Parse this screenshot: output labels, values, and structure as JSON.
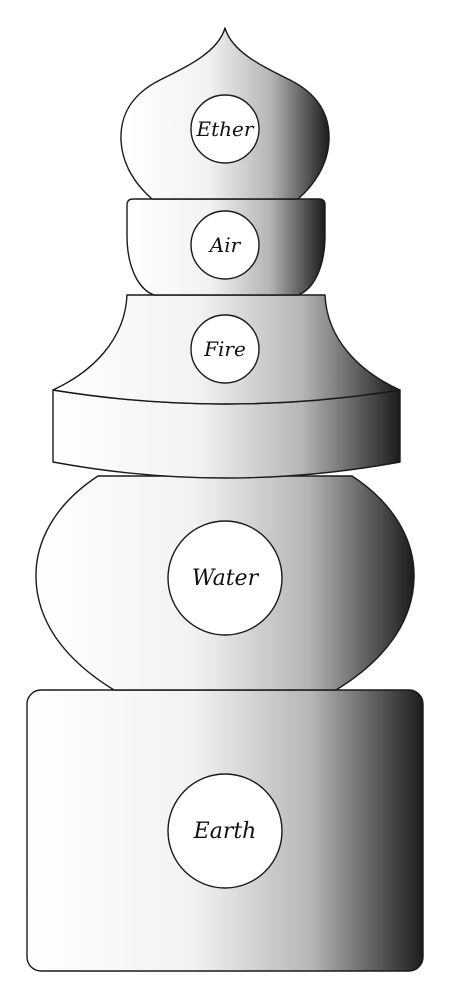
{
  "diagram": {
    "shading": {
      "light": "#ffffff",
      "mid": "#b5b5b5",
      "dark": "#1c1c1e",
      "outline": "#1a1a1a"
    },
    "tiers": [
      {
        "id": "ether",
        "label": "Ether"
      },
      {
        "id": "air",
        "label": "Air"
      },
      {
        "id": "fire",
        "label": "Fire"
      },
      {
        "id": "water",
        "label": "Water"
      },
      {
        "id": "earth",
        "label": "Earth"
      }
    ]
  }
}
